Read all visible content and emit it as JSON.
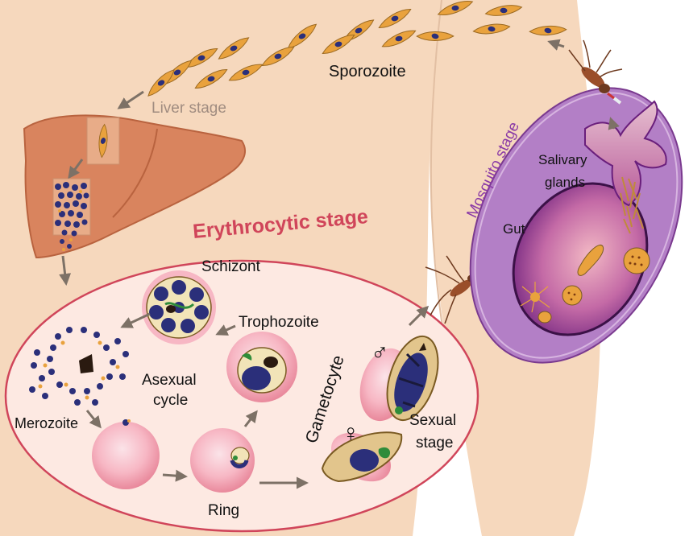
{
  "labels": {
    "sporozoite": "Sporozoite",
    "liver_stage": "Liver stage",
    "erythrocytic_stage": "Erythrocytic stage",
    "mosquito_stage": "Mosquito stage",
    "salivary_glands_line1": "Salivary",
    "salivary_glands_line2": "glands",
    "gut": "Gut",
    "schizont": "Schizont",
    "trophozoite": "Trophozoite",
    "merozoite": "Merozoite",
    "asexual_cycle_line1": "Asexual",
    "asexual_cycle_line2": "cycle",
    "ring": "Ring",
    "gametocyte": "Gametocyte",
    "sexual_stage_line1": "Sexual",
    "sexual_stage_line2": "stage",
    "male_symbol": "♂",
    "female_symbol": "♀"
  },
  "colors": {
    "skin": "#f6d8bd",
    "liver": "#d9845e",
    "erythrocytic_title": "#d0455a",
    "liver_title": "#a08c80",
    "mosquito_title": "#8a3aa6",
    "parasite_body": "#e9a23d",
    "parasite_nucleus": "#2b2f7a"
  }
}
